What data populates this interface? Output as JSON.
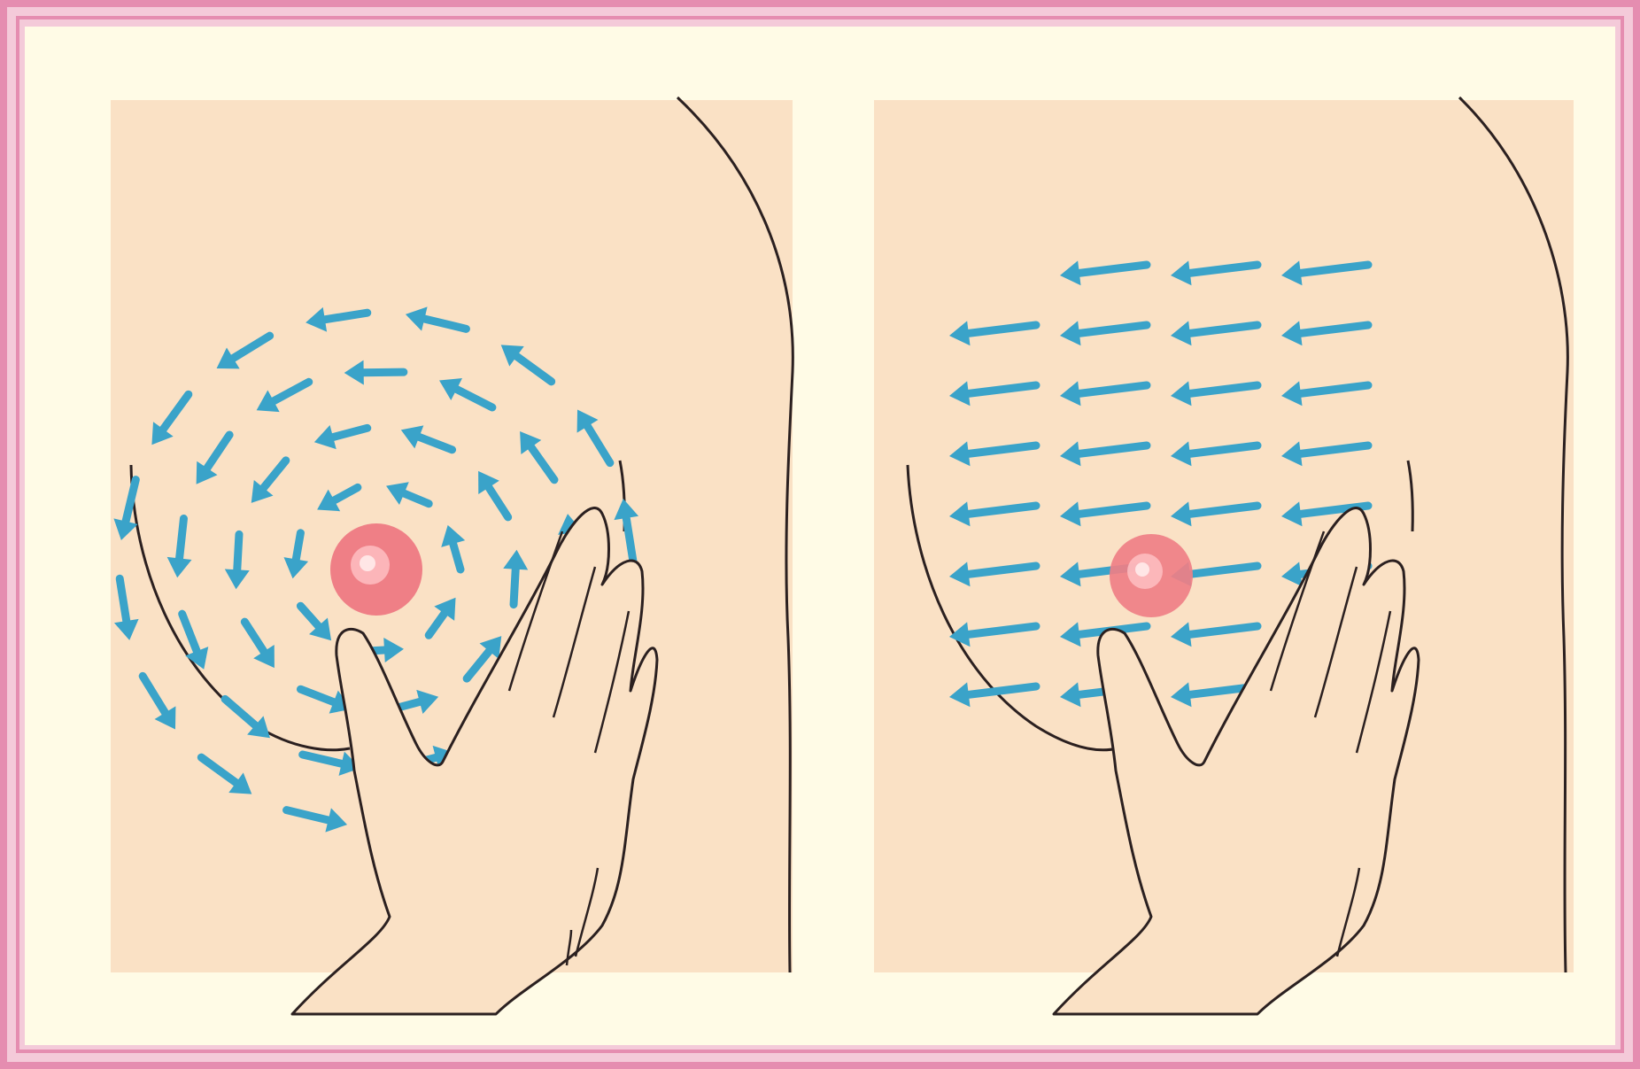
{
  "figure": {
    "type": "illustration",
    "panels": [
      {
        "id": "circular",
        "technique": "circular-pattern",
        "arrow_pattern": "concentric-circles"
      },
      {
        "id": "linear",
        "technique": "vertical-strip-pattern",
        "arrow_pattern": "rows-pointing-left"
      }
    ]
  },
  "colors": {
    "frame_outer": "#e58db0",
    "frame_band": "#f4cad9",
    "paper": "#fffbe6",
    "skin": "#fae1c5",
    "outline": "#2b2020",
    "arrow": "#3aa3c9",
    "nipple": "#ef7f86",
    "nipple_highlight": "#ffd0d2"
  },
  "icons": [
    "hand-icon",
    "arrow-icon",
    "nipple-icon"
  ]
}
